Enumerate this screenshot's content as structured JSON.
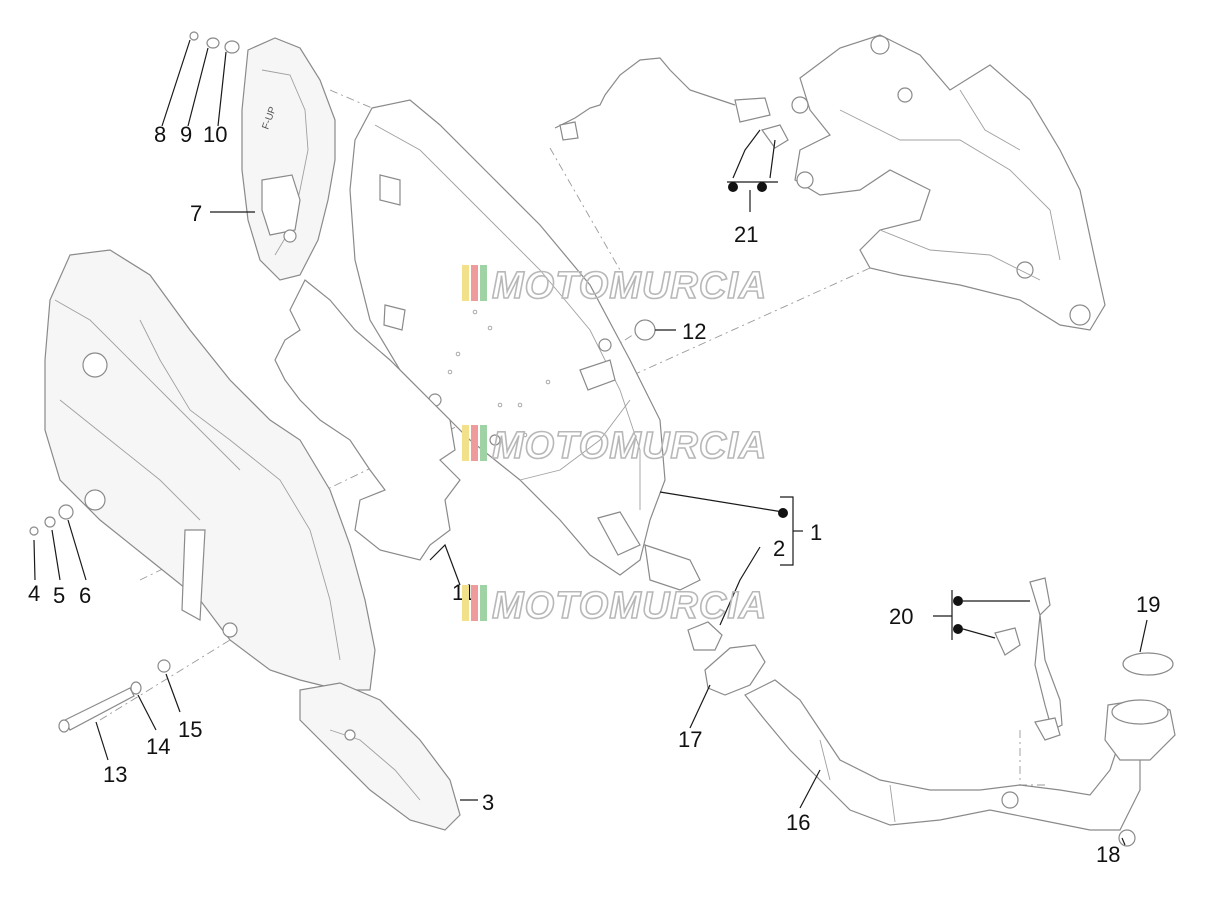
{
  "watermark": {
    "text": "MOTOMURCIA",
    "colors": [
      "#f2e08a",
      "#ef9b9b",
      "#9fd3a6",
      "#b8b8b8"
    ]
  },
  "callouts": [
    {
      "id": "c1",
      "text": "1"
    },
    {
      "id": "c2",
      "text": "2"
    },
    {
      "id": "c3",
      "text": "3"
    },
    {
      "id": "c4",
      "text": "4"
    },
    {
      "id": "c5",
      "text": "5"
    },
    {
      "id": "c6",
      "text": "6"
    },
    {
      "id": "c7",
      "text": "7"
    },
    {
      "id": "c8",
      "text": "8"
    },
    {
      "id": "c9",
      "text": "9"
    },
    {
      "id": "c10",
      "text": "10"
    },
    {
      "id": "c11",
      "text": "11"
    },
    {
      "id": "c12",
      "text": "12"
    },
    {
      "id": "c13",
      "text": "13"
    },
    {
      "id": "c14",
      "text": "14"
    },
    {
      "id": "c15",
      "text": "15"
    },
    {
      "id": "c16",
      "text": "16"
    },
    {
      "id": "c17",
      "text": "17"
    },
    {
      "id": "c18",
      "text": "18"
    },
    {
      "id": "c19",
      "text": "19"
    },
    {
      "id": "c20",
      "text": "20"
    },
    {
      "id": "c21",
      "text": "21"
    }
  ],
  "heat_shield_marking": "F-UP"
}
